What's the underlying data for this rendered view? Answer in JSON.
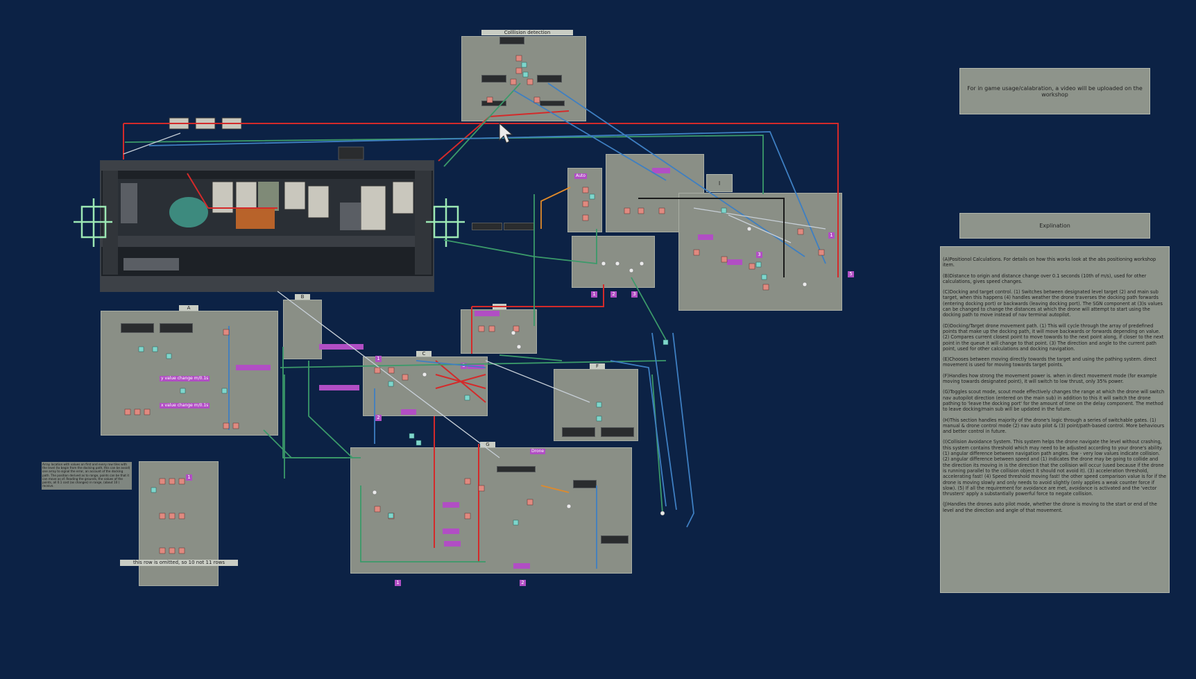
{
  "panels": {
    "collision": {
      "title": "Colllision detection"
    },
    "a": {
      "title": "A"
    },
    "b": {
      "title": "B"
    },
    "c": {
      "title": "C"
    },
    "d": {
      "title": "D"
    },
    "f": {
      "title": "F"
    },
    "g": {
      "title": "G"
    }
  },
  "info": {
    "calibration": "For in game usage/calabration, a video will be uploaded on the workshop",
    "explanation_title": "Explination",
    "i_box": "I"
  },
  "explanation": [
    "(A)Positionol Calculations. For details on how this works look at the abs positioning workshop item.",
    "(B)Distance to origin and distance change over 0.1 seconds (10th of m/s), used for other calculations, gives speed changes.",
    "(C)Docking and target control. (1) Switches between designated level target (2) and main sub target, when this happens (4) handles weather the drone traverses the docking path forwards (entering docking port) or backwards (leaving docking port). The SGN component at (3)s values can be changed to change the distances at which the drone will attempt to start using the docking path to move instead of nav terminal autopilot.",
    "(D)Docking/Target drone movement path. (1) This will cycle through the array of predefined points that make up the docking path, it will move backwards or forwards depending on value. (2) Compares current closest point to move towards to the next point along, if closer to the next point in the queue it will change to that point. (3) The direction and angle to the current path point, used for other calculations and docking navigation.",
    "(E)Chooses between moving directly towards the target and using the pathing system. direct movement is used for moving towards target points.",
    "(F)Handles how strong the movement power is. when in direct movement mode (for example moving towards designated point), it will switch to low thrust, only 35% power.",
    "(G)Toggles scout mode, scout mode effectively changes the range at which the drone will switch nav autopilot direction (entered on the main sub) in addition to this it will switch the drone pathing to 'leave the docking port' for the amount of time on the delay component. The method to leave docking/main sub will be updated in the future.",
    "(H)This section handles majority of the drone's logic through a series of switchable gates. (1) manual & drone control mode (2) nav auto pilot & (3) point/path-based control. More behaviours and better control in future.",
    "(I)Collision Avoidance System. This system helps the drone navigate the level without crashing, this system contains threshold which may need to be adjusted according to your drone's ability. (1) angular difference between navigation path angles. low - very low values indicate collision. (2) angular difference between speed and (1) indicates the drone may be going to collide and the direction its moving in is the direction that the collision will occur (used because if the drone is running parallel to the collision object it should not avoid it). (3) acceleration threshold, accelerating fast! (4) Speed threshold moving fast! the other speed comparison value is for if the drone is moving slowly and only needs to avoid slightly (only applies a weak counter force if slow). (5) If all the requirement for avoidance are met, avoidance is activated and the 'vector thrusters' apply a substantially powerful force to negate collision.",
    "(J)Handles the drones auto pilot mode, whether the drone is moving to the start or end of the level and the direction and angle of that movement."
  ],
  "labels": {
    "y_value_change": "y value change m/0.1s",
    "x_value_change": "x value change m/0.1s",
    "drone": "Drone",
    "auto": "Auto",
    "row_note": "this row is omitted, so 10 not 11 rows",
    "small_note": "Array location with values on first and every row tiles with the level (to begin from the docking path, this can be avoid) one array to signal the error, an account of the docking path. The position derived as to range, points can be that it can move as of. Reading the grounds, the values of the points, all 0.1 cost (as changes) in range, (about 10 ) receive."
  },
  "numbers": {
    "n1": "1",
    "n2": "2",
    "n3": "3",
    "n5": "5"
  },
  "colors": {
    "background": "#0c2245",
    "panel": "#8a8f86",
    "wire_red": "#d42a2a",
    "wire_green": "#3b9a6a",
    "wire_blue": "#3e7fc2",
    "wire_white": "#c8d0d8",
    "tag": "#b14ec4"
  }
}
